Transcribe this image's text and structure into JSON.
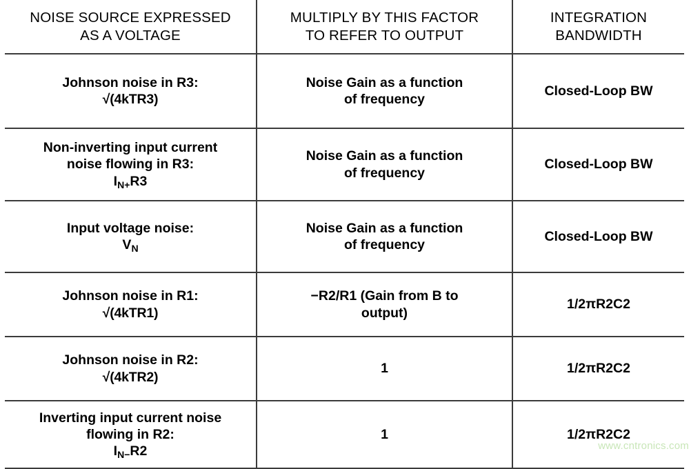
{
  "table": {
    "headers": [
      {
        "line1": "NOISE SOURCE EXPRESSED",
        "line2": "AS A VOLTAGE"
      },
      {
        "line1": "MULTIPLY BY THIS FACTOR",
        "line2": "TO REFER TO OUTPUT"
      },
      {
        "line1": "INTEGRATION",
        "line2": "BANDWIDTH"
      }
    ],
    "rows": [
      {
        "source": {
          "line1": "Johnson noise in R3:",
          "line2_pre": "√(4kTR3)",
          "line2_sub": "",
          "line2_post": "",
          "line3": ""
        },
        "factor": {
          "line1": "Noise Gain as a function",
          "line2": "of frequency"
        },
        "bandwidth": "Closed-Loop BW"
      },
      {
        "source": {
          "line1": "Non-inverting input current",
          "line2": "noise flowing in R3:",
          "line3_pre": "I",
          "line3_sub": "N+",
          "line3_post": "R3"
        },
        "factor": {
          "line1": "Noise Gain as a function",
          "line2": "of frequency"
        },
        "bandwidth": "Closed-Loop BW"
      },
      {
        "source": {
          "line1": "Input voltage noise:",
          "line2_pre": "V",
          "line2_sub": "N",
          "line2_post": ""
        },
        "factor": {
          "line1": "Noise Gain as a function",
          "line2": "of frequency"
        },
        "bandwidth": "Closed-Loop BW"
      },
      {
        "source": {
          "line1": "Johnson noise in R1:",
          "line2_pre": "√(4kTR1)",
          "line2_sub": "",
          "line2_post": ""
        },
        "factor": {
          "line1": "−R2/R1 (Gain from B to",
          "line2": "output)"
        },
        "bandwidth": "1/2πR2C2"
      },
      {
        "source": {
          "line1": "Johnson noise in R2:",
          "line2_pre": "√(4kTR2)",
          "line2_sub": "",
          "line2_post": ""
        },
        "factor": {
          "line1": "1",
          "line2": ""
        },
        "bandwidth": "1/2πR2C2"
      },
      {
        "source": {
          "line1": "Inverting input current noise",
          "line2": "flowing in R2:",
          "line3_pre": "I",
          "line3_sub": "N−",
          "line3_post": "R2"
        },
        "factor": {
          "line1": "1",
          "line2": ""
        },
        "bandwidth": "1/2πR2C2"
      }
    ]
  },
  "watermark": "www.cntronics.com",
  "colors": {
    "rule": "#3a3a3a",
    "text": "#000000",
    "watermark": "#c8e6b8",
    "background": "#ffffff"
  }
}
